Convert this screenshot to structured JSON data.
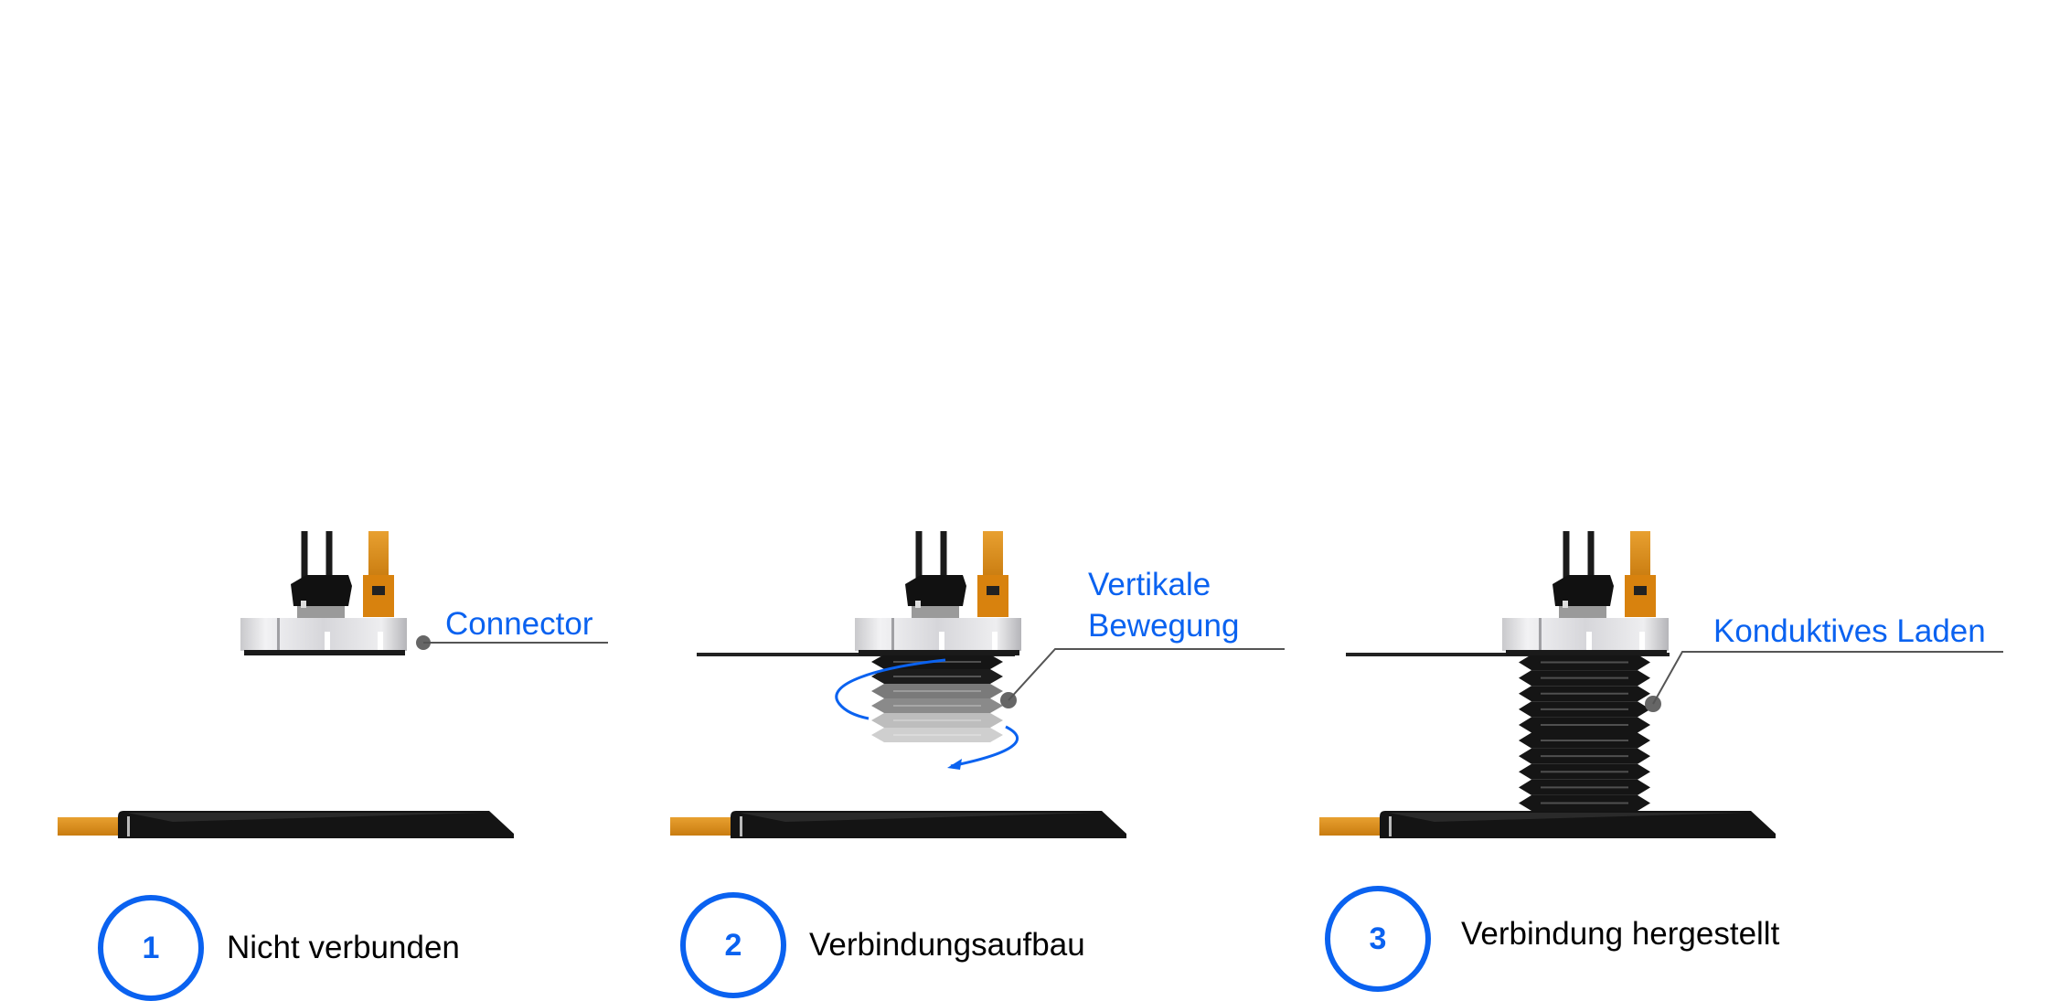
{
  "colors": {
    "accent": "#0a62f0",
    "cable_orange": "#e0901e",
    "rubber_black": "#151515"
  },
  "callouts": {
    "connector": "Connector",
    "vertical_line1": "Vertikale",
    "vertical_line2": "Bewegung",
    "conductive": "Konduktives Laden"
  },
  "steps": [
    {
      "number": "1",
      "label": "Nicht verbunden"
    },
    {
      "number": "2",
      "label": "Verbindungsaufbau"
    },
    {
      "number": "3",
      "label": "Verbindung hergestellt"
    }
  ]
}
